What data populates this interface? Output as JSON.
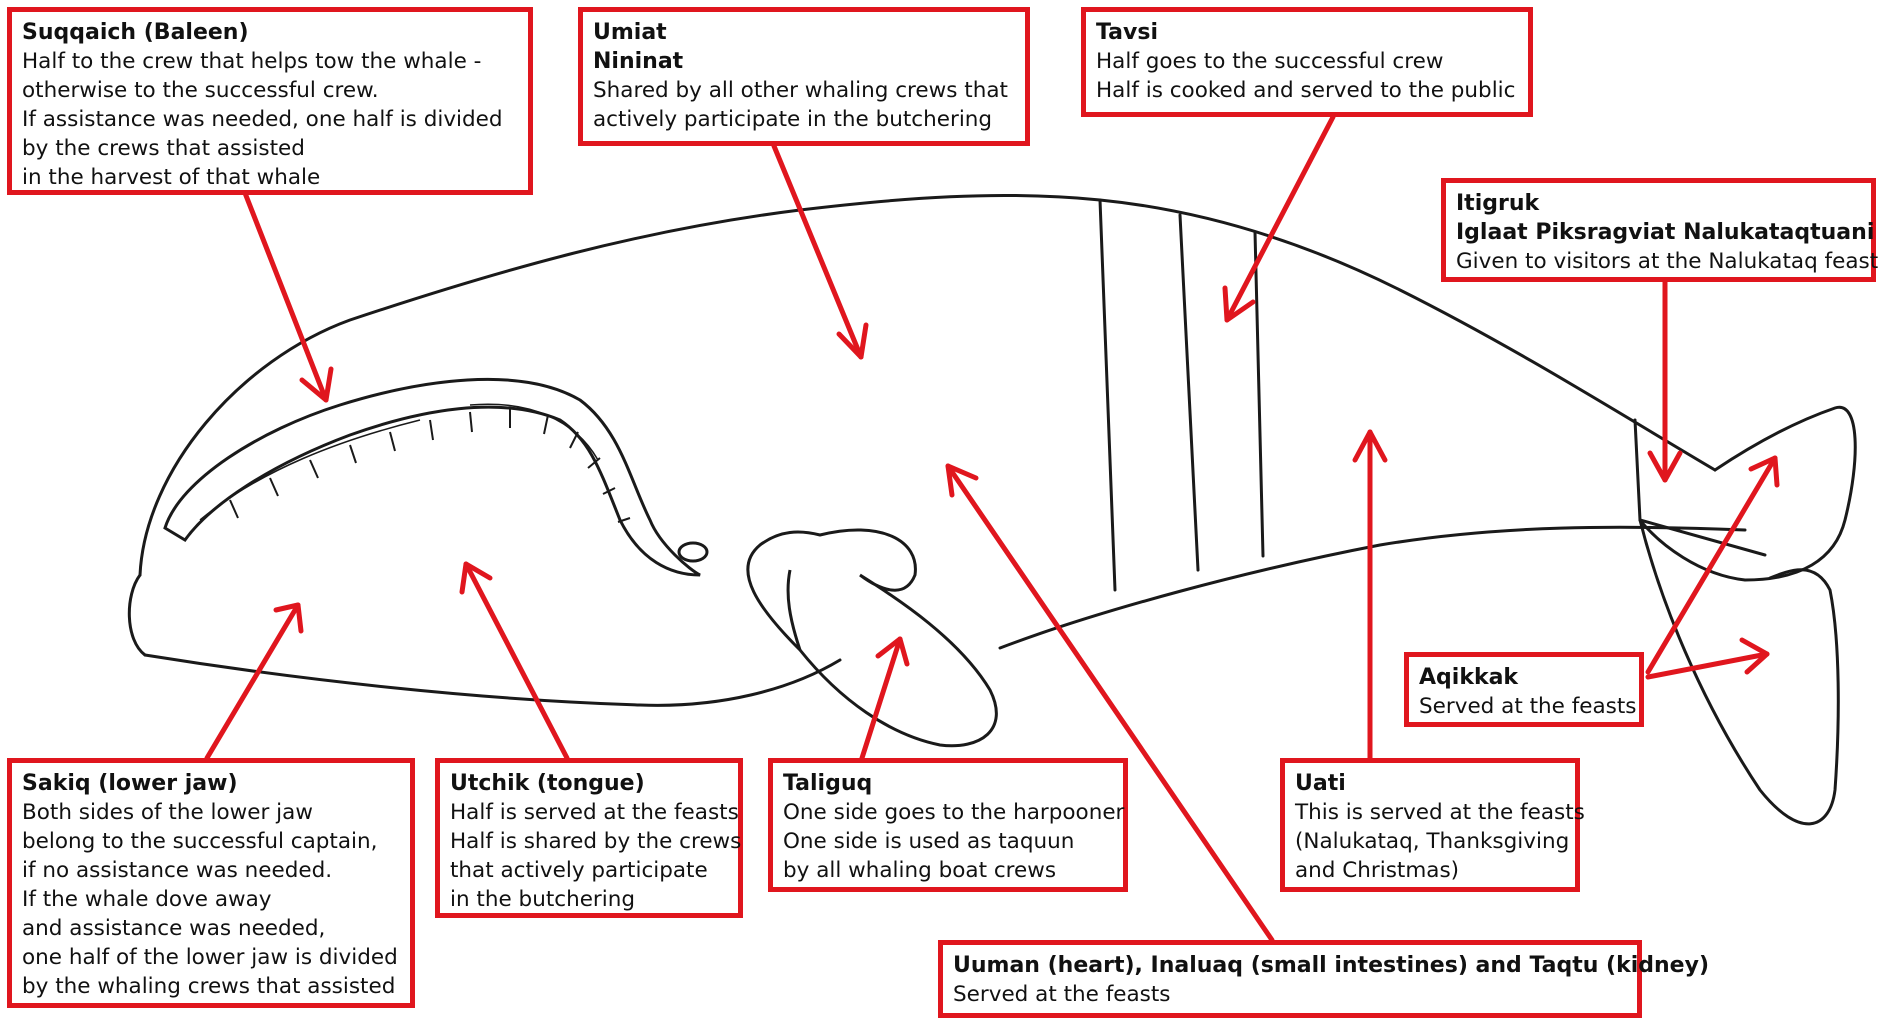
{
  "colors": {
    "accent": "#e0161e",
    "outline": "#1a1a1a",
    "background": "#ffffff"
  },
  "labels": {
    "suqqaich": {
      "title": [
        "Suqqaich (Baleen)"
      ],
      "lines": [
        "Half to the crew that helps tow the whale -",
        "otherwise to the successful crew.",
        "If assistance was needed, one half is divided",
        "by the crews that assisted",
        "in the harvest of that whale"
      ]
    },
    "umiat": {
      "title": [
        "Umiat",
        "Nininat"
      ],
      "lines": [
        "Shared by all other whaling crews that",
        "actively participate in the butchering"
      ]
    },
    "tavsi": {
      "title": [
        "Tavsi"
      ],
      "lines": [
        "Half goes to the successful crew",
        "Half is cooked and served to the public"
      ]
    },
    "itigruk": {
      "title": [
        "Itigruk",
        "Iglaat Piksragviat Nalukataqtuani"
      ],
      "lines": [
        "Given to visitors at the Nalukataq feast"
      ]
    },
    "aqikkak": {
      "title": [
        "Aqikkak"
      ],
      "lines": [
        "Served at the feasts"
      ]
    },
    "sakiq": {
      "title": [
        "Sakiq (lower jaw)"
      ],
      "lines": [
        "Both sides of the lower jaw",
        "belong to the successful captain,",
        "if no assistance was needed.",
        "If the whale dove away",
        "and assistance was needed,",
        "one half of the lower jaw is divided",
        "by the whaling crews that assisted"
      ]
    },
    "utchik": {
      "title": [
        "Utchik (tongue)"
      ],
      "lines": [
        "Half is served at the feasts",
        "Half is shared by the crews",
        "that actively participate",
        "in the butchering"
      ]
    },
    "taliguq": {
      "title": [
        "Taliguq"
      ],
      "lines": [
        "One side goes to the harpooner",
        "One side is used as taquun",
        "by all whaling boat crews"
      ]
    },
    "uati": {
      "title": [
        "Uati"
      ],
      "lines": [
        "This is served at the feasts",
        "(Nalukataq, Thanksgiving",
        "and Christmas)"
      ]
    },
    "uuman": {
      "title": [
        "Uuman (heart), Inaluaq (small intestines) and Taqtu (kidney)"
      ],
      "lines": [
        "Served at the feasts"
      ]
    }
  }
}
